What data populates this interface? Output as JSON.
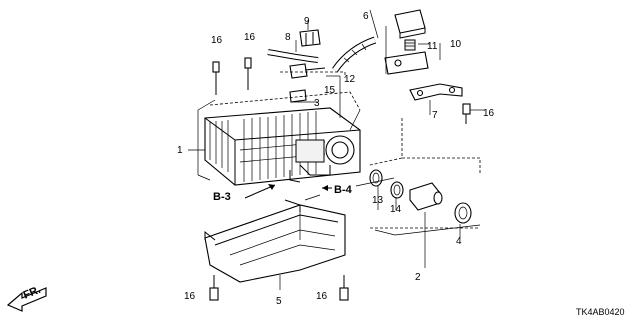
{
  "diagram": {
    "callouts": {
      "c1": "1",
      "c2": "2",
      "c3": "3",
      "c4": "4",
      "c5": "5",
      "c6": "6",
      "c7": "7",
      "c8": "8",
      "c9": "9",
      "c10": "10",
      "c11": "11",
      "c12": "12",
      "c13": "13",
      "c14": "14",
      "c15": "15",
      "c16a": "16",
      "c16b": "16",
      "c16c": "16",
      "c16d": "16",
      "c16e": "16"
    },
    "references": {
      "b3": "B-3",
      "b4": "B-4"
    },
    "direction_label": "FR.",
    "diagram_code": "TK4AB0420"
  }
}
